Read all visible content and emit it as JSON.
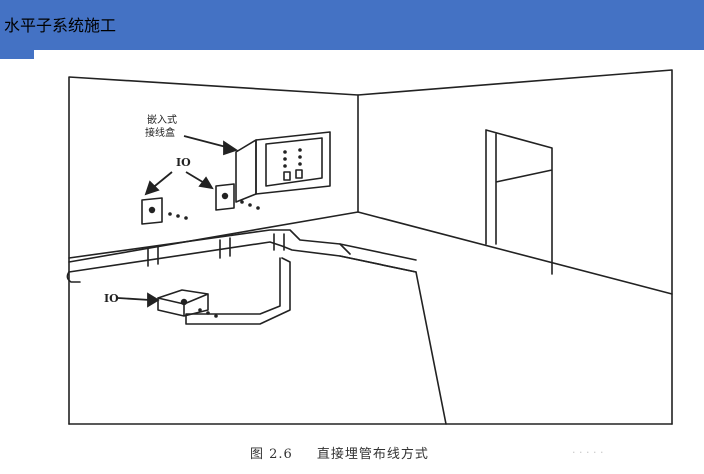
{
  "header": {
    "title": "水平子系统施工",
    "bar_color": "#4472c4"
  },
  "figure": {
    "label_box_line1": "嵌入式",
    "label_box_line2": "接线盒",
    "label_io_wall": "IO",
    "label_io_floor": "IO",
    "caption_number": "图 2.6",
    "caption_text": "直接埋管布线方式"
  },
  "watermark": "· · · · ·"
}
